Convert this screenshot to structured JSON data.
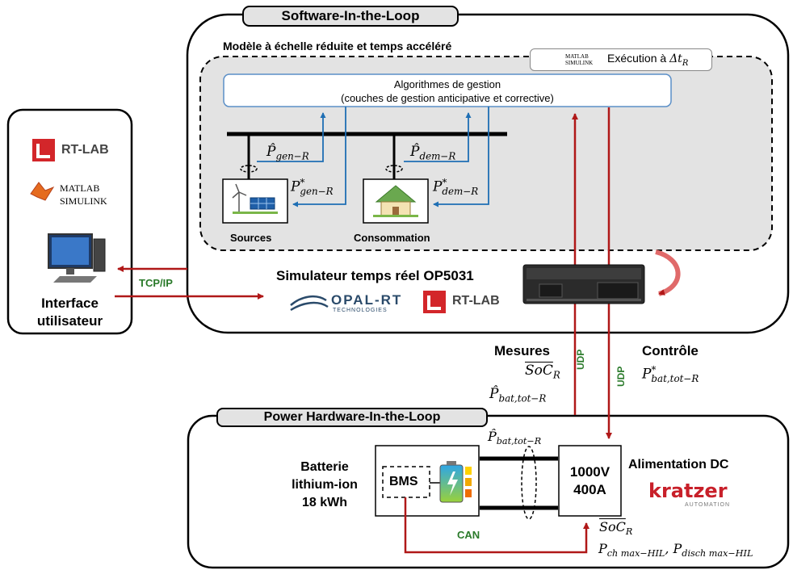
{
  "colors": {
    "red": "#b01818",
    "blue": "#1f6fb4",
    "green": "#2a7a2a",
    "grey": "#e3e3e3"
  },
  "sil": {
    "title": "Software-In-the-Loop",
    "model_title": "Modèle à échelle réduite et temps accéléré",
    "matlab_tag": "MATLAB SIMULINK",
    "exec_label": "Exécution à",
    "exec_delta": "Δt",
    "exec_sub": "R",
    "algo_line1": "Algorithmes de gestion",
    "algo_line2": "(couches de gestion anticipative et corrective)",
    "sources_label": "Sources",
    "consumption_label": "Consommation",
    "p_gen_hat": "P̂",
    "p_gen_hat_sub": "gen−R",
    "p_gen_star": "P",
    "p_gen_star_sub": "gen−R",
    "p_dem_hat": "P̂",
    "p_dem_hat_sub": "dem−R",
    "p_dem_star": "P",
    "p_dem_star_sub": "dem−R",
    "star": "*",
    "simulator_title": "Simulateur temps réel OP5031",
    "opal_line1": "OPAL-RT",
    "opal_line2": "TECHNOLOGIES",
    "rtlab": "RT-LAB"
  },
  "user": {
    "rtlab": "RT-LAB",
    "matlab": "MATLAB",
    "simulink": "SIMULINK",
    "label_line1": "Interface",
    "label_line2": "utilisateur",
    "tcpip": "TCP/IP"
  },
  "link": {
    "mesures": "Mesures",
    "controle": "Contrôle",
    "udp": "UDP",
    "soc_main": "SoC",
    "soc_sub": "R",
    "p_bat_meas": "P̂",
    "p_bat_meas_sub": "bat,tot−R",
    "p_bat_ctrl": "P",
    "p_bat_ctrl_sup": "*",
    "p_bat_ctrl_sub": "bat,tot−R"
  },
  "phil": {
    "title": "Power Hardware-In-the-Loop",
    "battery_line1": "Batterie",
    "battery_line2": "lithium-ion",
    "battery_line3": "18 kWh",
    "bms": "BMS",
    "psu_line1": "1000V",
    "psu_line2": "400A",
    "psu_title": "Alimentation DC",
    "kratzer": "kratzer",
    "automation": "AUTOMATION",
    "can": "CAN",
    "p_bat_hat": "P̂",
    "p_bat_hat_sub": "bat,tot−R",
    "soc_main": "SoC",
    "soc_sub": "R",
    "pch": "P",
    "pch_sub": "ch max−HIL",
    "comma": ", ",
    "pdisch": "P",
    "pdisch_sub": "disch max−HIL"
  }
}
